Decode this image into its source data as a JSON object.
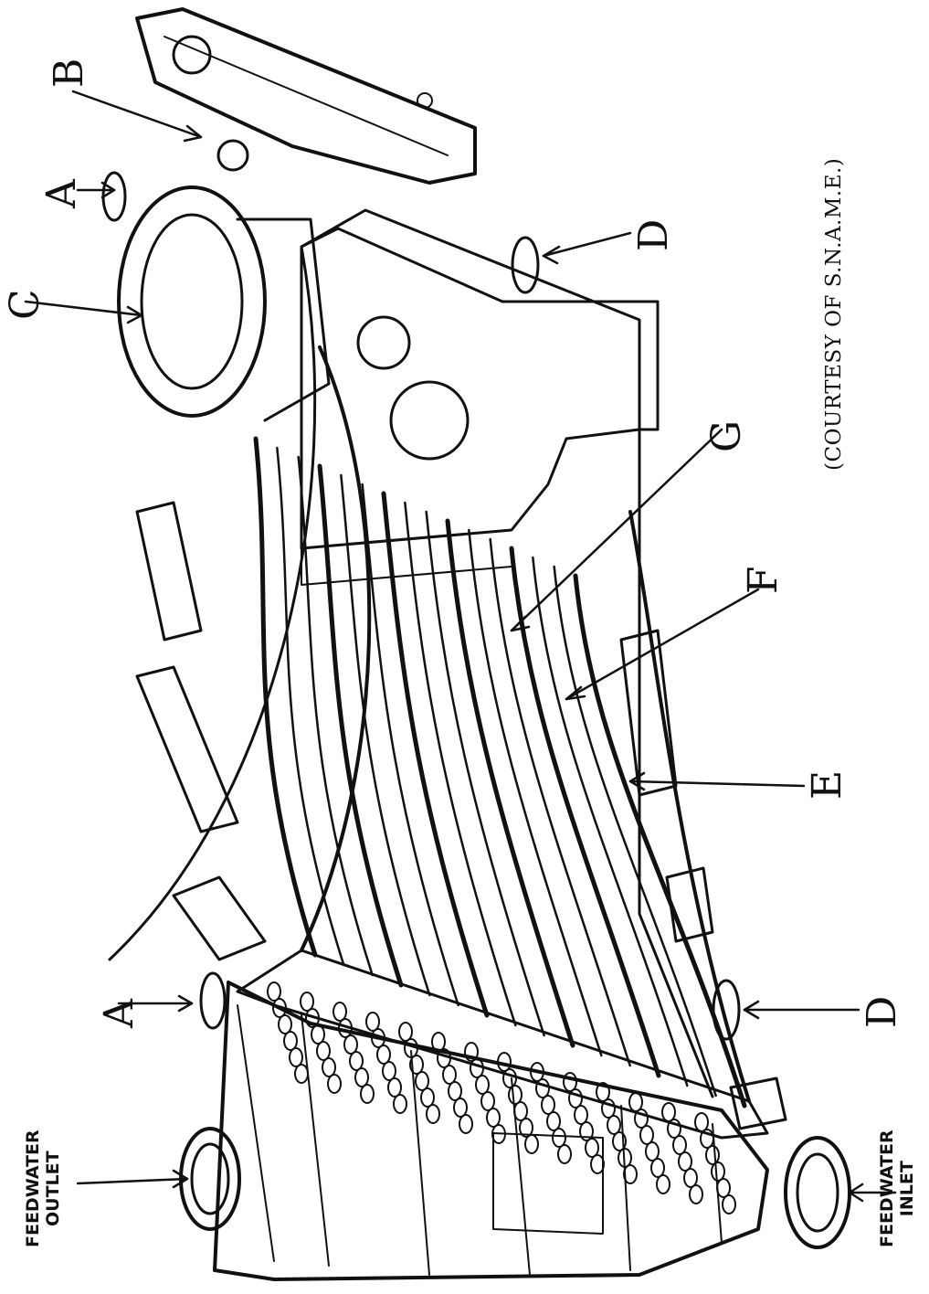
{
  "figure": {
    "credit": "(COURTESY OF S.N.A.M.E.)",
    "feedwater_outlet": {
      "line1": "FEEDWATER",
      "line2": "OUTLET"
    },
    "feedwater_inlet": {
      "line1": "FEEDWATER",
      "line2": "INLET"
    },
    "callouts": {
      "a_top": "A",
      "a_bottom": "A",
      "b": "B",
      "c": "C",
      "d_top": "D",
      "d_bottom": "D",
      "e": "E",
      "f": "F",
      "g": "G"
    }
  },
  "colors": {
    "ink": "#111111",
    "paper": "#ffffff"
  }
}
